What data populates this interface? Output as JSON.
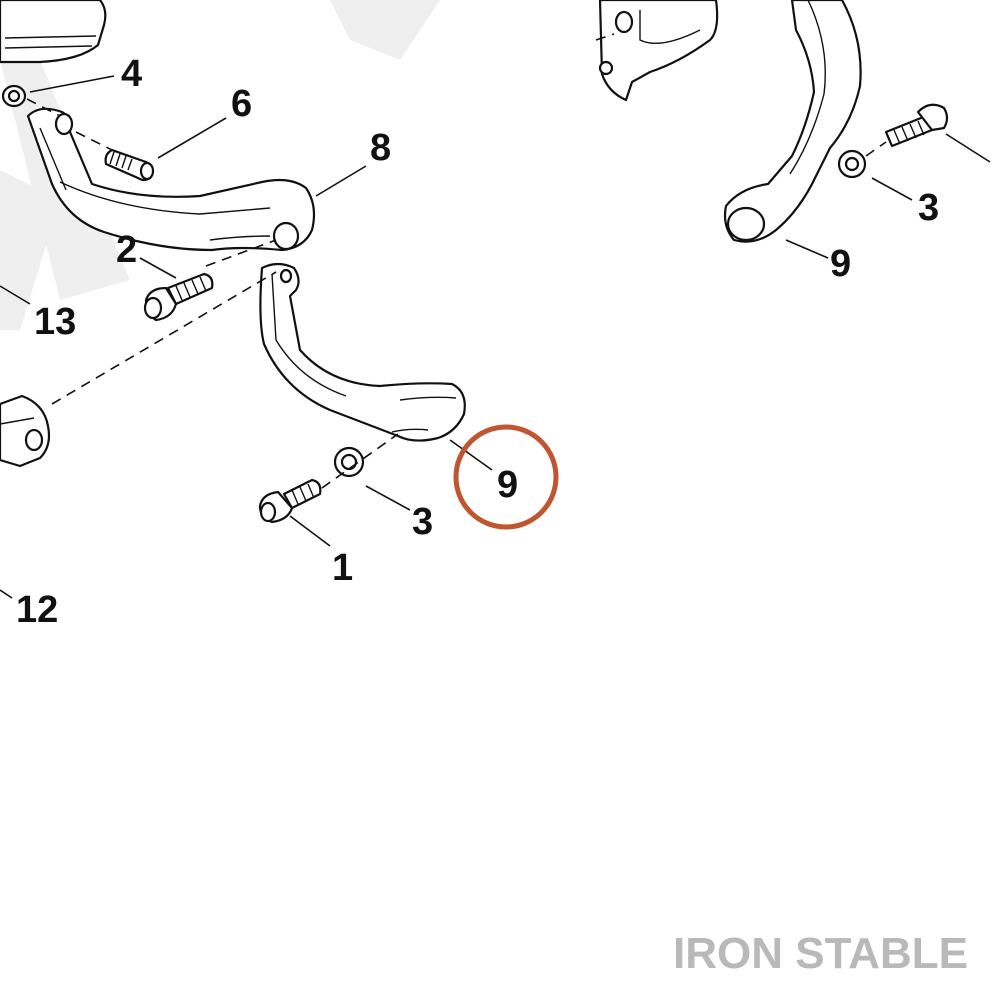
{
  "diagram": {
    "callouts": {
      "c1": "1",
      "c2": "2",
      "c3a": "3",
      "c3b": "3",
      "c4": "4",
      "c6": "6",
      "c8": "8",
      "c9a": "9",
      "c9b": "9",
      "c12": "12",
      "c13": "13"
    },
    "highlight_color": "#c0552f",
    "watermark": "IRON STABLE"
  }
}
